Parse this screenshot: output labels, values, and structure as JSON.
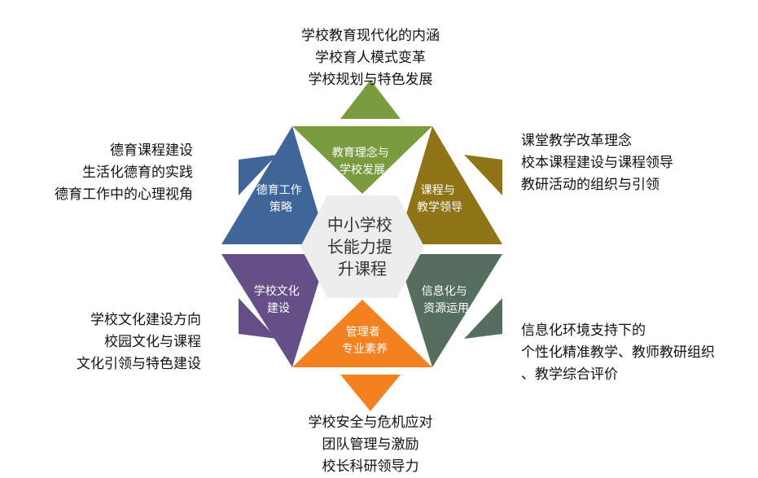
{
  "center": {
    "lines": [
      "中小学校",
      "长能力提",
      "升课程"
    ],
    "color": "#ededed"
  },
  "segments": [
    {
      "key": "top",
      "lines": [
        "教育理念与",
        "学校发展"
      ],
      "color": "#7a9c3f"
    },
    {
      "key": "upper_right",
      "lines": [
        "课程与",
        "教学领导"
      ],
      "color": "#8f7418"
    },
    {
      "key": "lower_right",
      "lines": [
        "信息化与",
        "资源运用"
      ],
      "color": "#556e5e"
    },
    {
      "key": "bottom",
      "lines": [
        "管理者",
        "专业素养"
      ],
      "color": "#f48120"
    },
    {
      "key": "lower_left",
      "lines": [
        "学校文化",
        "建设"
      ],
      "color": "#654f86"
    },
    {
      "key": "upper_left",
      "lines": [
        "德育工作",
        "策略"
      ],
      "color": "#3f6599"
    }
  ],
  "descriptions": {
    "top": [
      "学校教育现代化的内涵",
      "学校育人模式变革",
      "学校规划与特色发展"
    ],
    "upper_right": [
      "课堂教学改革理念",
      "校本课程建设与课程领导",
      "教研活动的组织与引领"
    ],
    "lower_right": [
      "信息化环境支持下的",
      "个性化精准教学、教师教研组织",
      "、教学综合评价"
    ],
    "bottom": [
      "学校安全与危机应对",
      "团队管理与激励",
      "校长科研领导力"
    ],
    "lower_left": [
      "学校文化建设方向",
      "校园文化与课程",
      "文化引领与特色建设"
    ],
    "upper_left": [
      "德育课程建设",
      "生活化德育的实践",
      "德育工作中的心理视角"
    ]
  }
}
